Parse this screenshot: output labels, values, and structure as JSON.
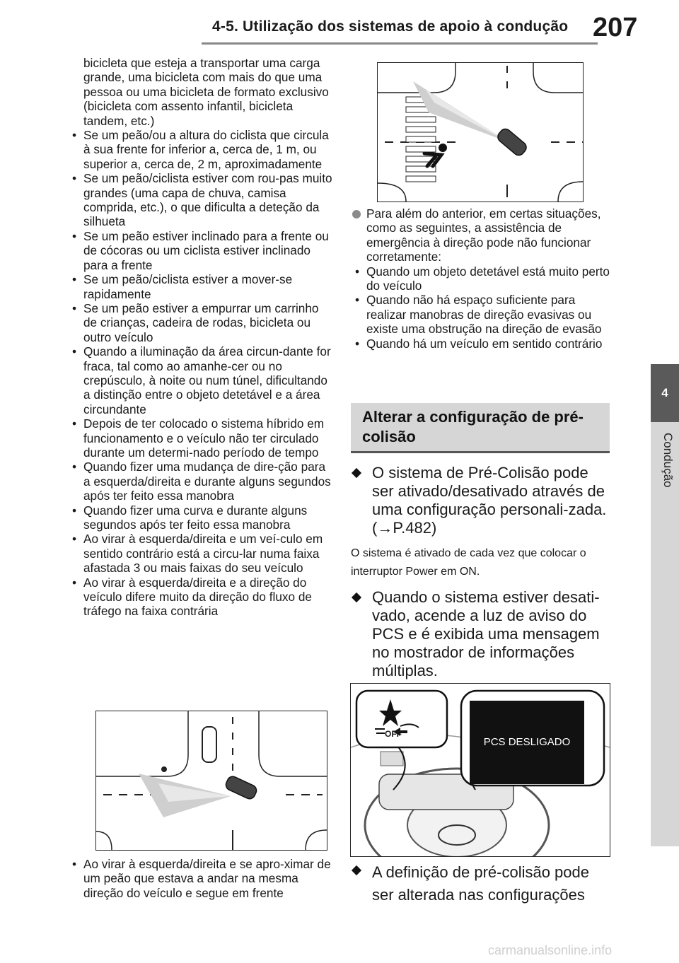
{
  "header": {
    "title": "4-5. Utilização dos sistemas de apoio à condução",
    "page_number": "207"
  },
  "side_tab": {
    "number": "4",
    "label": "Condução"
  },
  "left_column": {
    "continuation": "bicicleta que esteja a transportar uma carga grande, uma bicicleta com mais do que uma pessoa ou uma bicicleta de formato exclusivo (bicicleta com assento infantil, bicicleta tandem, etc.)",
    "bullets": [
      "Se um peão/ou a altura do ciclista que circula à sua frente for inferior a, cerca de, 1 m, ou superior a, cerca de, 2 m, aproximadamente",
      "Se um peão/ciclista estiver com rou-pas muito grandes (uma capa de chuva, camisa comprida, etc.), o que dificulta a deteção da silhueta",
      "Se um peão estiver inclinado para a frente ou de cócoras ou um ciclista estiver inclinado para a frente",
      "Se um peão/ciclista estiver a mover-se rapidamente",
      "Se um peão estiver a empurrar um carrinho de crianças, cadeira de rodas, bicicleta ou outro veículo",
      "Quando a iluminação da área circun-dante for fraca, tal como ao amanhe-cer ou no crepúsculo, à noite ou num túnel, dificultando a distinção entre o objeto detetável e a área circundante",
      "Depois de ter colocado o sistema híbrido em funcionamento e o veículo não ter circulado durante um determi-nado período de tempo",
      "Quando fizer uma mudança de dire-ção para a esquerda/direita e durante alguns segundos após ter feito essa manobra",
      "Quando fizer uma curva e durante alguns segundos após ter feito essa manobra",
      "Ao virar à esquerda/direita e um veí-culo em sentido contrário está a circu-lar numa faixa afastada 3 ou mais faixas do seu veículo",
      "Ao virar à esquerda/direita e a direção do veículo difere muito da direção do fluxo de tráfego na faixa contrária"
    ],
    "bullet_after_figure": "Ao virar à esquerda/direita e se apro-ximar de um peão que estava a andar na mesma direção do veículo e segue em frente"
  },
  "right_column": {
    "circle_item": "Para além do anterior, em certas situações, como as seguintes, a assistência de emergência à direção pode não funcionar corretamente:",
    "bullets": [
      "Quando um objeto detetável está muito perto do veículo",
      "Quando não há espaço suficiente para realizar manobras de direção evasivas ou existe uma obstrução na direção de evasão",
      "Quando há um veículo em sentido contrário"
    ],
    "section_heading": "Alterar a configuração de pré-colisão",
    "diamond_1": "O sistema de Pré-Colisão pode ser ativado/desativado através de uma configuração personali-zada. (→P.482)",
    "note": "O sistema é ativado de cada vez que colocar o interruptor Power em ON.",
    "diamond_2": "Quando o sistema estiver desati-vado, acende a luz de aviso do PCS e é exibida uma mensagem no mostrador de informações múltiplas.",
    "display_text": "PCS DESLIGADO",
    "indicator_text": "OFF",
    "diamond_3": "A definição de pré-colisão pode ser alterada nas configurações"
  },
  "watermark": "carmanualsonline.info"
}
